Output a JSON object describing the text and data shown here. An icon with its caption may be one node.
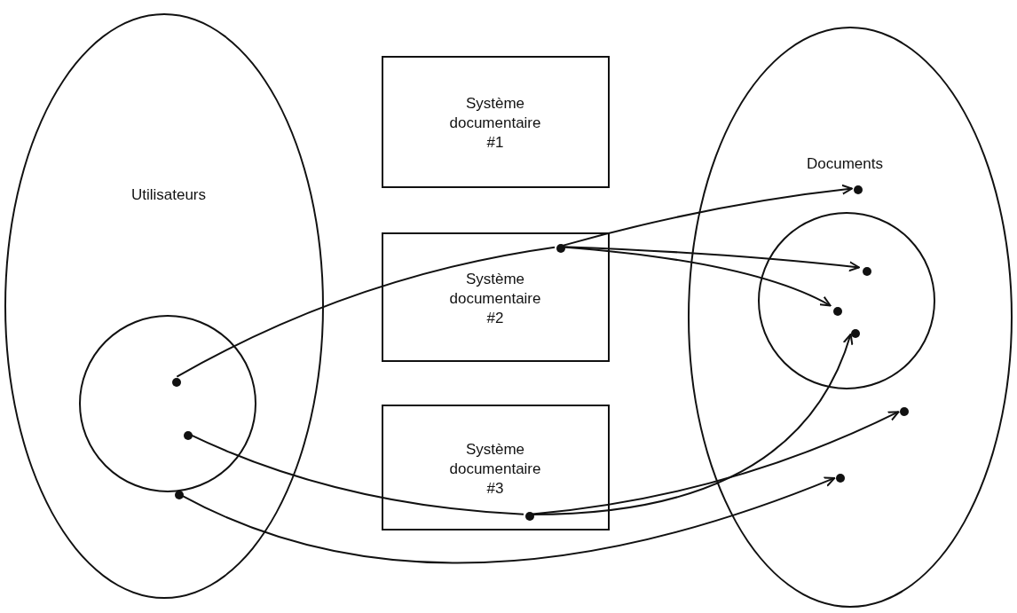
{
  "diagram": {
    "nodes": [
      {
        "text": [
          "Utilisateurs"
        ]
      },
      {
        "text": [],
        "shape": "circle",
        "in": 0
      },
      {
        "text": [],
        "shape": "dot",
        "in": 1
      },
      {
        "text": [],
        "shape": "dot",
        "in": 1
      },
      {
        "text": [],
        "shape": "dot",
        "in": 0
      },
      {
        "text": [
          "Système documentaire #1"
        ]
      },
      {
        "text": [
          "Système documentaire #2"
        ]
      },
      {
        "text": [],
        "shape": "dot",
        "in": 6
      },
      {
        "text": [
          "Système documentaire #3"
        ]
      },
      {
        "text": [],
        "shape": "dot",
        "in": 8
      },
      {
        "text": [
          "Documents"
        ]
      },
      {
        "text": [],
        "shape": "dot",
        "in": 10
      },
      {
        "text": [],
        "shape": "circle",
        "in": 10
      },
      {
        "text": [],
        "shape": "dot",
        "in": 12
      },
      {
        "text": [],
        "shape": "dot",
        "in": 12
      },
      {
        "text": [],
        "shape": "dot",
        "in": 12
      },
      {
        "text": [],
        "shape": "dot",
        "in": 10
      },
      {
        "text": [],
        "shape": "dot",
        "in": 10
      }
    ],
    "edges": [
      {
        "from": 2,
        "to": 7,
        "arrow": "none"
      },
      {
        "from": 7,
        "to": 11,
        "arrow": "to"
      },
      {
        "from": 7,
        "to": 13,
        "arrow": "to"
      },
      {
        "from": 7,
        "to": 14,
        "arrow": "to"
      },
      {
        "from": 3,
        "to": 9,
        "arrow": "none"
      },
      {
        "from": 9,
        "to": 15,
        "arrow": "to"
      },
      {
        "from": 9,
        "to": 16,
        "arrow": "to"
      },
      {
        "from": 4,
        "to": 17,
        "arrow": "to"
      }
    ]
  }
}
